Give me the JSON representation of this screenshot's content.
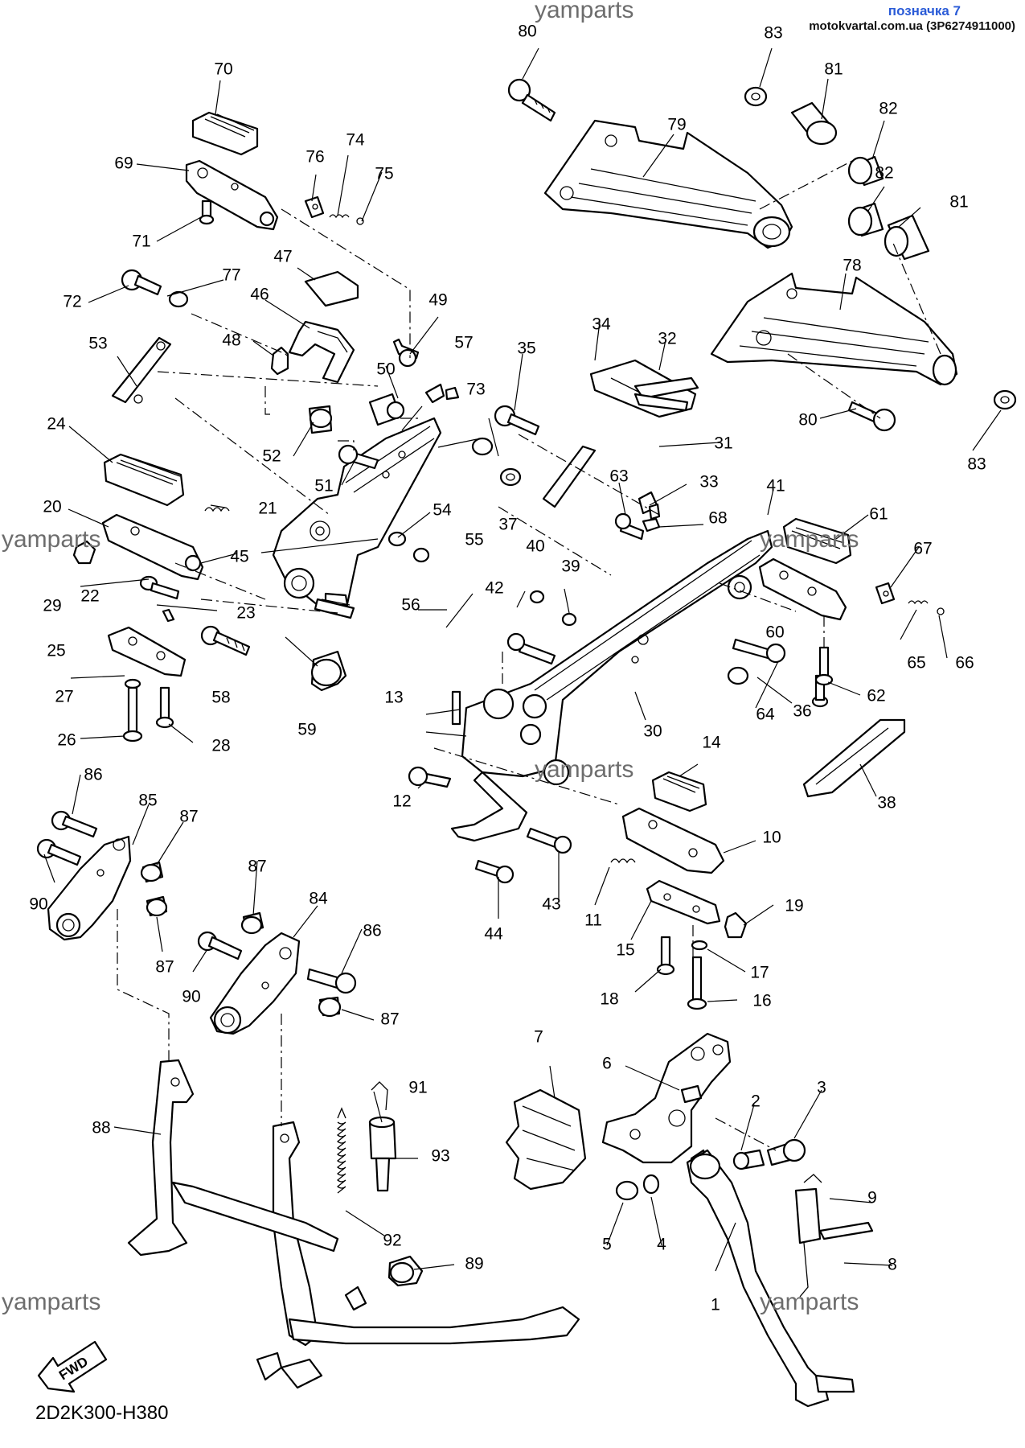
{
  "header": {
    "tag": "позначка 7",
    "source": "motokvartal.com.ua (3P6274911000)"
  },
  "watermarks": [
    "yamparts",
    "yamparts",
    "yamparts",
    "yamparts",
    "yamparts",
    "yamparts"
  ],
  "diagram_code": "2D2K300-H380",
  "fwd_label": "FWD",
  "callouts": [
    "1",
    "2",
    "3",
    "4",
    "5",
    "6",
    "7",
    "8",
    "9",
    "10",
    "11",
    "12",
    "13",
    "14",
    "15",
    "16",
    "17",
    "18",
    "19",
    "20",
    "21",
    "22",
    "23",
    "24",
    "25",
    "26",
    "27",
    "28",
    "29",
    "30",
    "31",
    "32",
    "33",
    "34",
    "35",
    "36",
    "37",
    "38",
    "39",
    "40",
    "41",
    "42",
    "43",
    "44",
    "45",
    "46",
    "47",
    "48",
    "49",
    "50",
    "51",
    "52",
    "53",
    "54",
    "55",
    "56",
    "57",
    "58",
    "59",
    "60",
    "61",
    "62",
    "63",
    "64",
    "65",
    "66",
    "67",
    "68",
    "69",
    "70",
    "71",
    "72",
    "73",
    "74",
    "75",
    "76",
    "77",
    "78",
    "79",
    "80",
    "80",
    "81",
    "81",
    "82",
    "82",
    "83",
    "83",
    "84",
    "85",
    "86",
    "86",
    "87",
    "87",
    "87",
    "87",
    "88",
    "89",
    "90",
    "90",
    "91",
    "92",
    "93"
  ]
}
